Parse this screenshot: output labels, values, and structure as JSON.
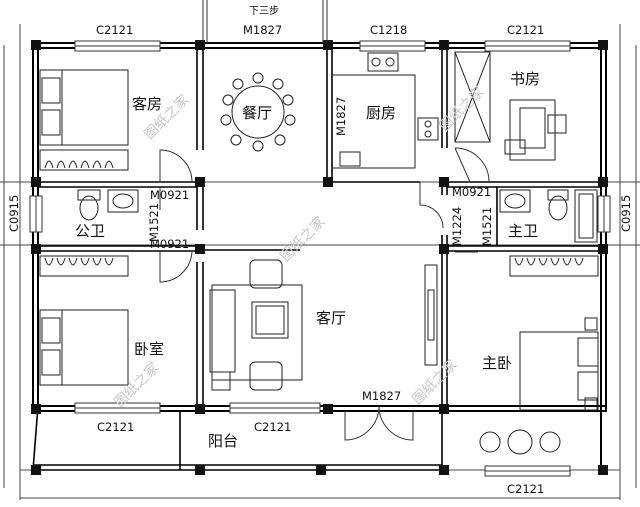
{
  "rooms": {
    "guest_room": "客房",
    "dining": "餐厅",
    "kitchen": "厨房",
    "study": "书房",
    "public_bath": "公卫",
    "master_bath": "主卫",
    "bedroom": "卧室",
    "living": "客厅",
    "master_bedroom": "主卧",
    "balcony": "阳台"
  },
  "codes": {
    "c2121_a": "C2121",
    "c2121_b": "C2121",
    "c2121_c": "C2121",
    "c2121_d": "C2121",
    "c2121_e": "C2121",
    "c1218": "C1218",
    "m1827_top": "M1827",
    "m1827_mid": "M1827",
    "m1827_bottom": "M1827",
    "m0921_a": "M0921",
    "m0921_b": "M0921",
    "m0921_c": "M0921",
    "m1521_left": "M1521",
    "m1521_right": "M1521",
    "m1224": "M1224",
    "c0915_left": "C0915",
    "c0915_right": "C0915"
  },
  "steps_note": "下三步",
  "watermark": "图纸之家",
  "colors": {
    "wall": "#000000",
    "line": "#222222",
    "watermark": "#c9c9c9"
  }
}
